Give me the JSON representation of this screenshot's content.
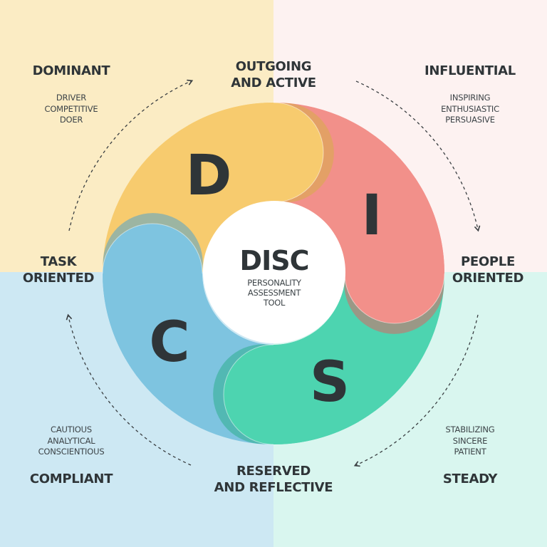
{
  "colors": {
    "bg_top_left": "#fbecc4",
    "bg_top_right": "#fdf2f1",
    "bg_bottom_left": "#cde8f3",
    "bg_bottom_right": "#d9f6ef",
    "petal_d": "#f7cb6e",
    "petal_i": "#f2908a",
    "petal_s": "#4dd4b0",
    "petal_c": "#7ec4e0",
    "text_dark": "#2f3538"
  },
  "center": {
    "title": "DISC",
    "subtitle": "PERSONALITY\nASSESSMENT\nTOOL"
  },
  "letters": {
    "d": "D",
    "i": "I",
    "s": "S",
    "c": "C"
  },
  "axes": {
    "top": "OUTGOING\nAND ACTIVE",
    "bottom": "RESERVED\nAND REFLECTIVE",
    "left": "TASK\nORIENTED",
    "right": "PEOPLE\nORIENTED"
  },
  "quadrants": {
    "dominant": {
      "title": "DOMINANT",
      "traits": "DRIVER\nCOMPETITIVE\nDOER"
    },
    "influential": {
      "title": "INFLUENTIAL",
      "traits": "INSPIRING\nENTHUSIASTIC\nPERSUASIVE"
    },
    "compliant": {
      "title": "COMPLIANT",
      "traits": "CAUTIOUS\nANALYTICAL\nCONSCIENTIOUS"
    },
    "steady": {
      "title": "STEADY",
      "traits": "STABILIZING\nSINCERE\nPATIENT"
    }
  }
}
